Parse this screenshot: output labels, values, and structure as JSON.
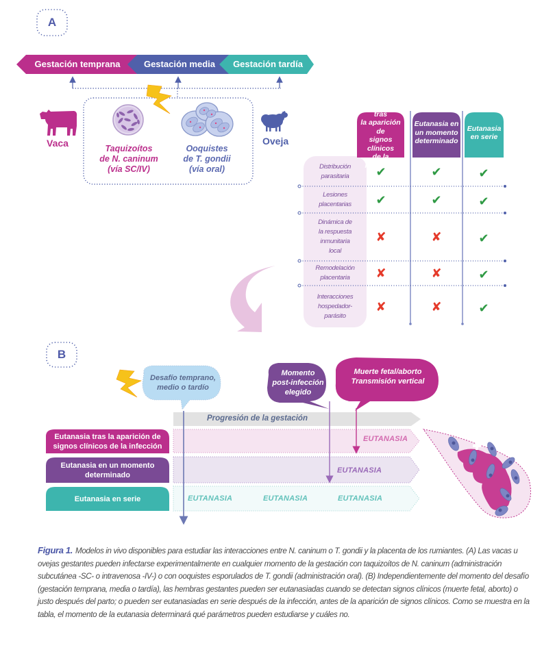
{
  "colors": {
    "magenta": "#bb2f8c",
    "indigo": "#5060aa",
    "teal": "#3db5ae",
    "purple": "#7a4a95",
    "check_green": "#2f9a44",
    "cross_red": "#e53a2a",
    "yellow": "#f6c21a",
    "light_blue": "#b9dcf3",
    "caption_blue": "#4a56a6"
  },
  "panel_a": {
    "letter": "A",
    "stages": [
      "Gestación temprana",
      "Gestación media",
      "Gestación tardía"
    ],
    "animals": {
      "cow": "Vaca",
      "sheep": "Oveja"
    },
    "agents": [
      {
        "lines": [
          "Taquizoítos",
          "de N. caninum",
          "(vía SC/IV)"
        ]
      },
      {
        "lines": [
          "Ooquistes",
          "de T. gondii",
          "(vía oral)"
        ]
      }
    ],
    "table": {
      "columns": [
        {
          "lines": [
            "Eutanasia tras",
            "la aparición de",
            "signos clínicos",
            "de la infección"
          ]
        },
        {
          "lines": [
            "Eutanasia en",
            "un momento",
            "determinado"
          ]
        },
        {
          "lines": [
            "Eutanasia",
            "en serie"
          ]
        }
      ],
      "rows": [
        {
          "lines": [
            "Distribución",
            "parasitaria"
          ],
          "values": [
            "yes",
            "yes",
            "yes"
          ]
        },
        {
          "lines": [
            "Lesiones",
            "placentarias"
          ],
          "values": [
            "yes",
            "yes",
            "yes"
          ]
        },
        {
          "lines": [
            "Dinámica de",
            "la respuesta",
            "inmunitaria",
            "local"
          ],
          "values": [
            "no",
            "no",
            "yes"
          ]
        },
        {
          "lines": [
            "Remodelación",
            "placentaria"
          ],
          "values": [
            "no",
            "no",
            "yes"
          ]
        },
        {
          "lines": [
            "Interacciones",
            "hospedador-",
            "parásito"
          ],
          "values": [
            "no",
            "no",
            "yes"
          ]
        }
      ],
      "symbols": {
        "yes": "✔",
        "no": "✘"
      }
    }
  },
  "panel_b": {
    "letter": "B",
    "bubbles": {
      "challenge": [
        "Desafío temprano,",
        "medio o tardío"
      ],
      "timepoint": [
        "Momento",
        "post-infección",
        "elegido"
      ],
      "outcome": [
        "Muerte fetal/aborto",
        "Transmisión vertical"
      ]
    },
    "progress_label": "Progresión de la gestación",
    "rows": [
      {
        "lines": [
          "Eutanasia tras la aparición de",
          "signos clínicos de la infección"
        ],
        "marks": [
          "EUTANASIA"
        ]
      },
      {
        "lines": [
          "Eutanasia en un momento",
          "determinado"
        ],
        "marks": [
          "EUTANASIA"
        ]
      },
      {
        "lines": [
          "Eutanasia en serie"
        ],
        "marks": [
          "EUTANASIA",
          "EUTANASIA",
          "EUTANASIA"
        ]
      }
    ]
  },
  "caption": {
    "figure_label": "Figura 1.",
    "text": "Modelos in vivo disponibles para estudiar las interacciones entre N. caninum o T. gondii y la placenta de los rumiantes. (A) Las vacas u ovejas gestantes pueden infectarse experimentalmente en cualquier momento de la gestación con taquizoítos de N. caninum (administración subcutánea -SC- o intravenosa -IV-) o con ooquistes esporulados de T. gondii (administración oral). (B) Independientemente del momento del desafío (gestación temprana, media o tardía), las hembras gestantes pueden ser eutanasiadas cuando se detectan signos clínicos (muerte fetal, aborto) o justo después del parto; o pueden ser eutanasiadas en serie después de la infección, antes de la aparición de signos clínicos. Como se muestra en la tabla, el momento de la eutanasia determinará qué parámetros pueden estudiarse y cuáles no."
  }
}
